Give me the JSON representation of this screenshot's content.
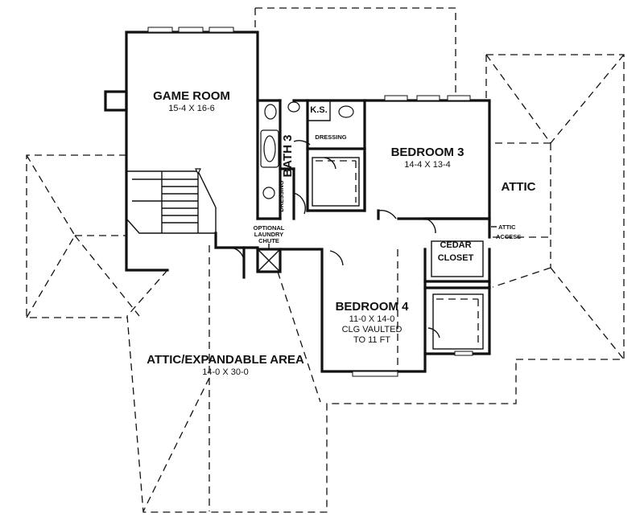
{
  "rooms": {
    "game_room": {
      "name": "GAME ROOM",
      "dim": "15-4 X 16-6"
    },
    "bedroom3": {
      "name": "BEDROOM 3",
      "dim": "14-4 X 13-4"
    },
    "bedroom4": {
      "name": "BEDROOM 4",
      "dim": "11-0 X 14-0",
      "note1": "CLG VAULTED",
      "note2": "TO 11 FT"
    },
    "attic": {
      "name": "ATTIC"
    },
    "attic_expandable": {
      "name": "ATTIC/EXPANDABLE AREA",
      "dim": "14-0 X 30-0"
    },
    "bath3": {
      "name": "BATH 3"
    },
    "ks": {
      "name": "K.S."
    },
    "dressing_upper": {
      "name": "DRESSING"
    },
    "dressing_lower": {
      "name": "DRESSING"
    },
    "cedar_closet": {
      "line1": "CEDAR",
      "line2": "CLOSET"
    },
    "laundry_chute": {
      "line1": "OPTIONAL",
      "line2": "LAUNDRY",
      "line3": "CHUTE"
    },
    "attic_access": {
      "line1": "ATTIC",
      "line2": "ACCESS"
    }
  }
}
